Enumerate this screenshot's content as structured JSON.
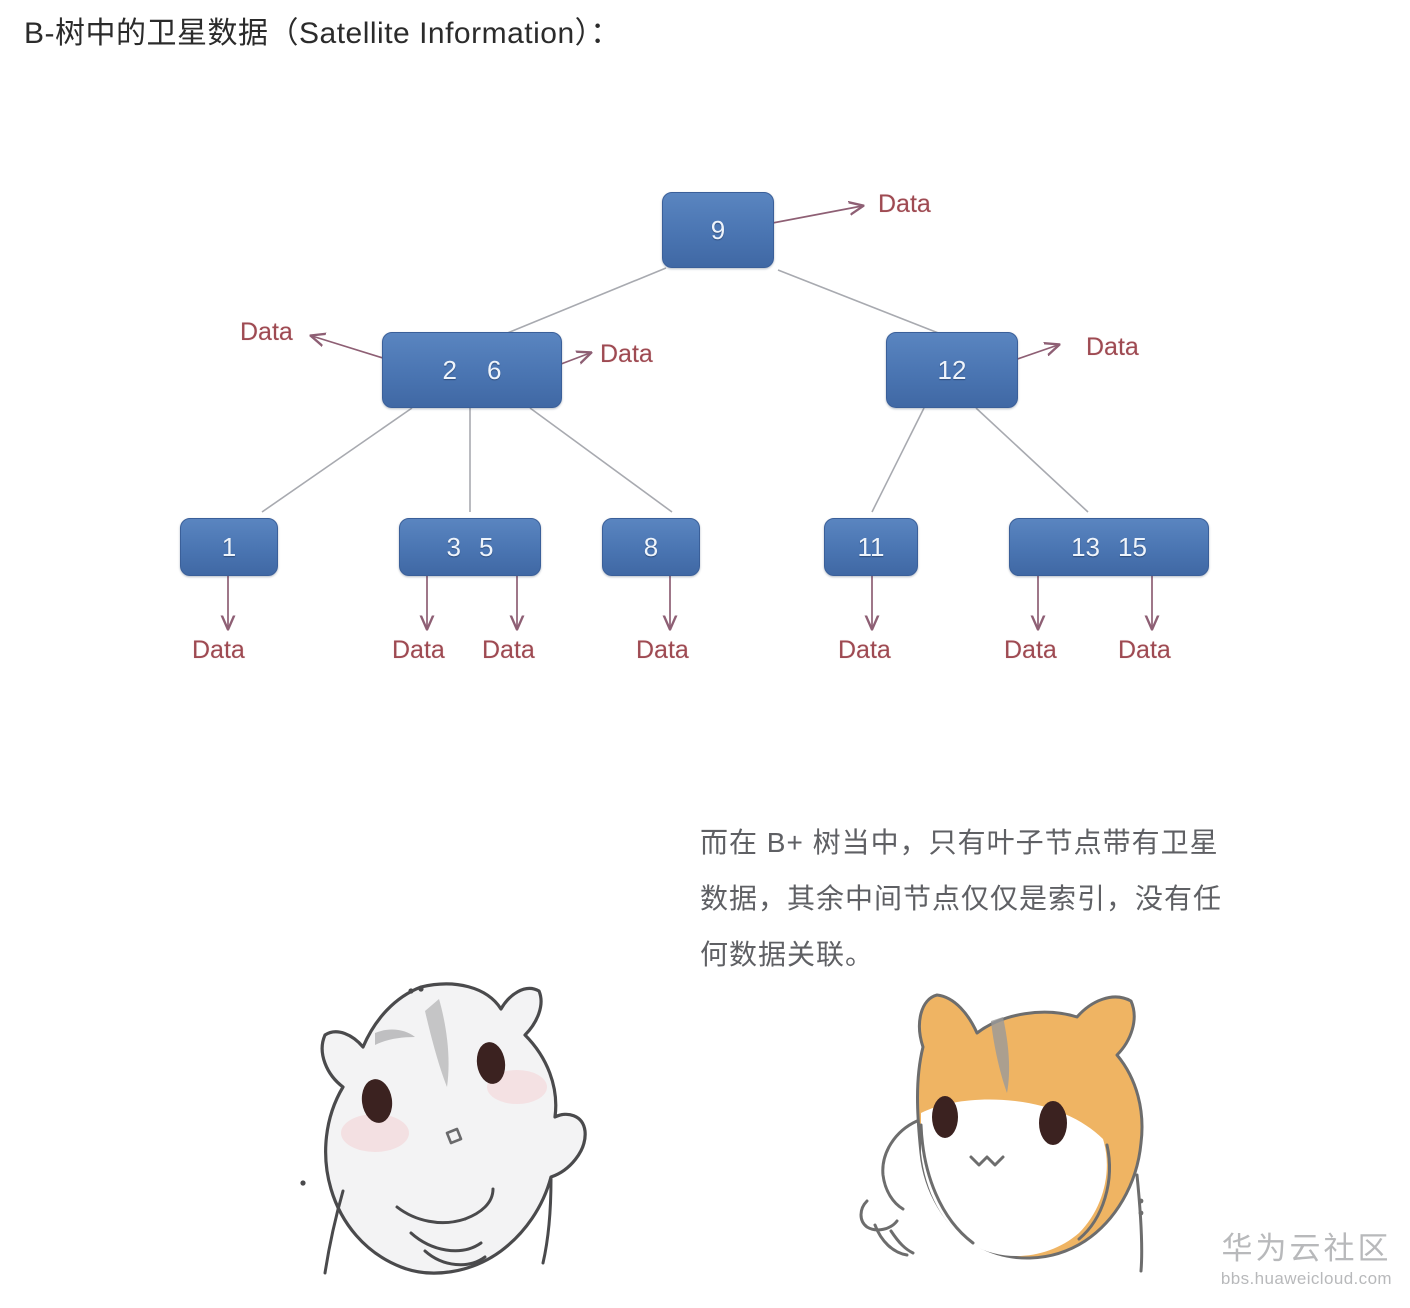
{
  "page": {
    "title": "B-树中的卫星数据（Satellite Information）：",
    "background_color": "#ffffff",
    "title_color": "#2b2b2b"
  },
  "diagram": {
    "name": "b-tree-satellite-information",
    "node_fill_color": "#4a75b2",
    "node_text_color": "#eef4fb",
    "connector_color": "#a8aab0",
    "arrow_color": "#8e5f74",
    "data_label_color": "#9e4a52",
    "root": {
      "keys": [
        "9"
      ]
    },
    "level2": [
      {
        "keys": [
          "2",
          "6"
        ]
      },
      {
        "keys": [
          "12"
        ]
      }
    ],
    "leaves": [
      {
        "keys": [
          "1"
        ]
      },
      {
        "keys": [
          "3",
          "5"
        ]
      },
      {
        "keys": [
          "8"
        ]
      },
      {
        "keys": [
          "11"
        ]
      },
      {
        "keys": [
          "13",
          "15"
        ]
      }
    ],
    "data_labels": {
      "root_right": "Data",
      "branch_a_left": "Data",
      "branch_a_right": "Data",
      "branch_b_right": "Data",
      "leaf_1": "Data",
      "leaf_3": "Data",
      "leaf_5": "Data",
      "leaf_8": "Data",
      "leaf_11": "Data",
      "leaf_13": "Data",
      "leaf_15": "Data"
    }
  },
  "note": {
    "text": "而在 B+ 树当中，只有叶子节点带有卫星数据，其余中间节点仅仅是索引，没有任何数据关联。",
    "color": "#5f6064"
  },
  "illustrations": {
    "left": {
      "name": "white-hamster",
      "body_color": "#f2f2f3",
      "eye_color": "#3b2220",
      "outline_color": "#4a4a4c"
    },
    "right": {
      "name": "orange-hamster",
      "body_color": "#efb463",
      "face_color": "#ffffff",
      "eye_color": "#3b2220",
      "outline_color": "#6d6d6d"
    }
  },
  "watermark": {
    "brand": "华为云社区",
    "url": "bbs.huaweicloud.com",
    "color": "#b8b9bb"
  }
}
